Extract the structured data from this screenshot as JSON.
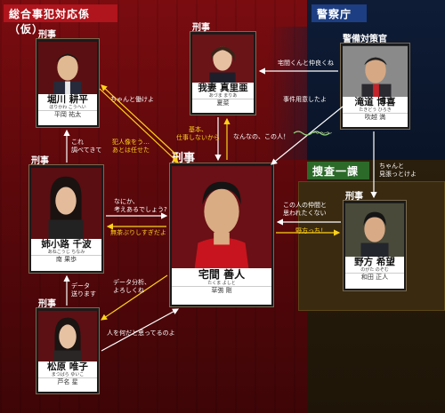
{
  "groups": {
    "soukatsu": "総合事犯対応係（仮）",
    "keisatsu": "警察庁",
    "sousa": "捜査一課"
  },
  "people": {
    "horikawa": {
      "role": "刑事",
      "name": "堀川 耕平",
      "ruby": "ほりかわ こうへい",
      "actor": "平岡 祐太"
    },
    "gaman": {
      "role": "刑事",
      "name": "我妻 真里亜",
      "ruby": "あづま まりあ",
      "actor": "夏菜"
    },
    "takimichi": {
      "role": "警備対策官",
      "name": "滝道 博喜",
      "ruby": "たきどう ひろき",
      "actor": "吹越 満"
    },
    "anekoji": {
      "role": "刑事",
      "name": "姉小路 千波",
      "ruby": "あねこうじ ちなみ",
      "actor": "南 果歩"
    },
    "takuma": {
      "role": "刑事",
      "name": "宅間 善人",
      "ruby": "たくま よしと",
      "actor": "草彅 剛"
    },
    "nono": {
      "role": "刑事",
      "name": "野方 希望",
      "ruby": "のがた のぞむ",
      "actor": "和田 正人"
    },
    "matsubara": {
      "role": "刑事",
      "name": "松原 唯子",
      "ruby": "まつばら ゆいこ",
      "actor": "芦名 星"
    }
  },
  "relations": {
    "r1": "宅間くんと仲良くね",
    "r2": "ちゃんと働けよ",
    "r3": "事件用意したよ",
    "r4": "基本、\n仕事しないから",
    "r5": "なんなの、この人！",
    "r6": "〜〜〜",
    "r7": "犯人像をう…\nあとは任せた",
    "r8": "これ\n調べてきて",
    "r9": "ちゃんと\n見張っとけよ",
    "r10": "なにか、\n考えあるでしょう?",
    "r11": "無茶ぶりしすぎだよ",
    "r12": "この人の仲間と\n思われたくない",
    "r13": "野方っち！",
    "r14": "データ分析、\nよろしくね",
    "r15": "データ\n送ります",
    "r16": "人を何だと思ってるのよ"
  },
  "colors": {
    "arrow_white": "#ffffff",
    "arrow_yellow": "#ffd11a",
    "soukatsu": "#b0141c",
    "keisatsu": "#1d3e82",
    "sousa": "#2c6a2a"
  }
}
